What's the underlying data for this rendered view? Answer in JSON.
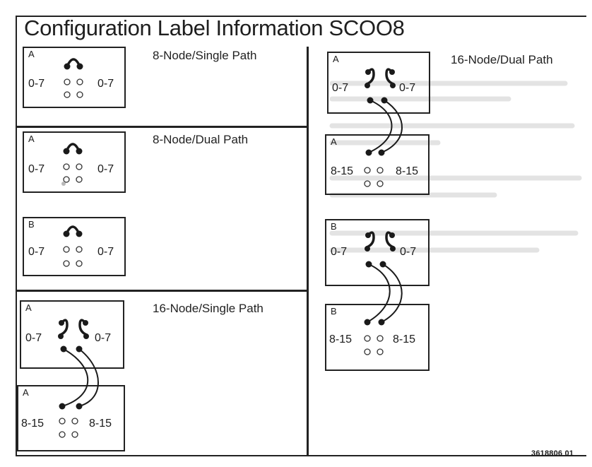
{
  "title": "Configuration Label Information SCOO8",
  "doc_number": "3618806 01",
  "sections": {
    "s8_single": {
      "heading": "8-Node/Single Path",
      "box_a": {
        "label": "A",
        "left_port": "0-7",
        "right_port": "0-7"
      }
    },
    "s8_dual": {
      "heading": "8-Node/Dual Path",
      "box_a": {
        "label": "A",
        "left_port": "0-7",
        "right_port": "0-7"
      },
      "box_b": {
        "label": "B",
        "left_port": "0-7",
        "right_port": "0-7"
      }
    },
    "s16_single": {
      "heading": "16-Node/Single Path",
      "box_a_top": {
        "label": "A",
        "left_port": "0-7",
        "right_port": "0-7"
      },
      "box_a_bottom": {
        "label": "A",
        "left_port": "8-15",
        "right_port": "8-15"
      }
    },
    "s16_dual": {
      "heading": "16-Node/Dual Path",
      "box_a_top": {
        "label": "A",
        "left_port": "0-7",
        "right_port": "0-7"
      },
      "box_a_bottom": {
        "label": "A",
        "left_port": "8-15",
        "right_port": "8-15"
      },
      "box_b_top": {
        "label": "B",
        "left_port": "0-7",
        "right_port": "0-7"
      },
      "box_b_bottom": {
        "label": "B",
        "left_port": "8-15",
        "right_port": "8-15"
      }
    }
  }
}
